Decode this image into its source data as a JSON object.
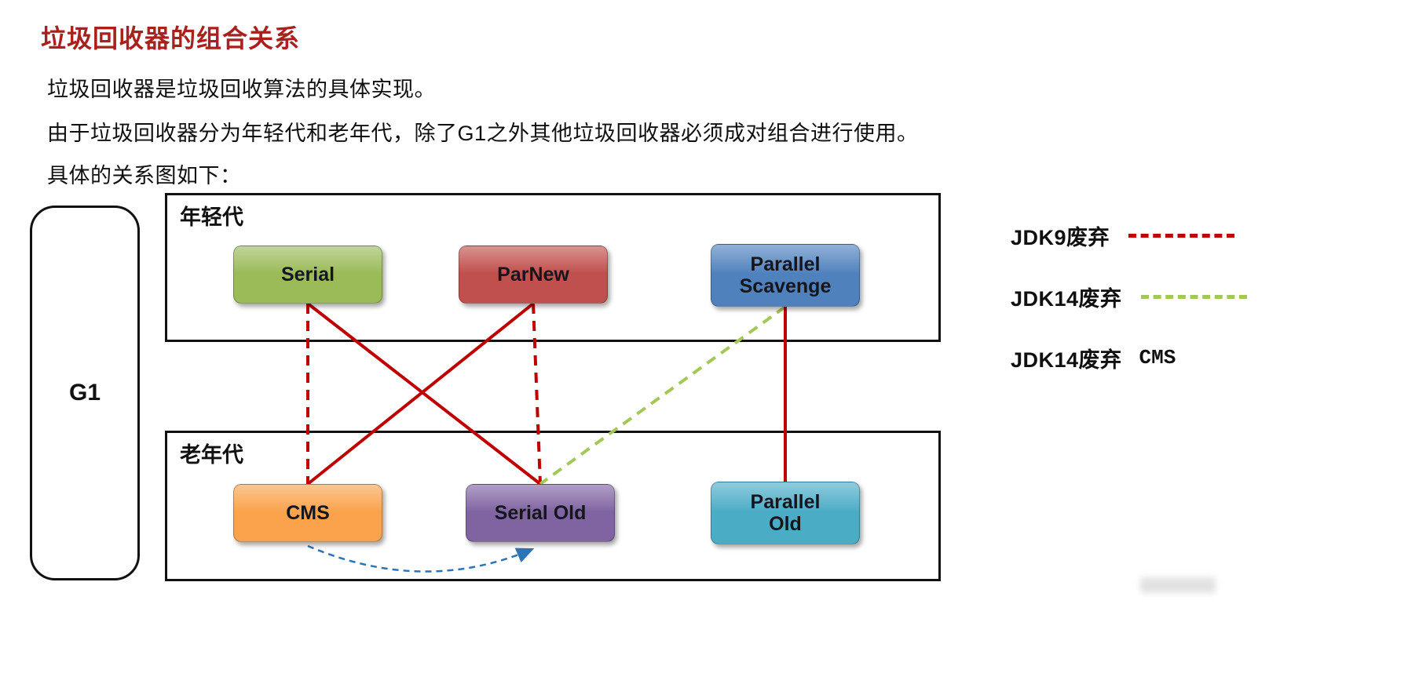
{
  "title": "垃圾回收器的组合关系",
  "paragraphs": [
    "垃圾回收器是垃圾回收算法的具体实现。",
    "由于垃圾回收器分为年轻代和老年代，除了G1之外其他垃圾回收器必须成对组合进行使用。",
    "具体的关系图如下："
  ],
  "diagram": {
    "g1_label": "G1",
    "young_gen_label": "年轻代",
    "old_gen_label": "老年代",
    "arrow_color": "#2d74b5",
    "nodes": {
      "serial": {
        "label": "Serial",
        "color": "#9bbb59"
      },
      "parnew": {
        "label": "ParNew",
        "color": "#c0504d"
      },
      "parallel_scavenge": {
        "label": "Parallel\nScavenge",
        "color": "#4f81bd"
      },
      "cms": {
        "label": "CMS",
        "color": "#faa34c"
      },
      "serial_old": {
        "label": "Serial Old",
        "color": "#8064a2"
      },
      "parallel_old": {
        "label": "Parallel\nOld",
        "color": "#4bacc6"
      }
    },
    "connections": [
      {
        "from": "serial",
        "to": "cms",
        "stroke": "#c00000",
        "dash": "13 9",
        "kind": "straight",
        "width": 4
      },
      {
        "from": "serial",
        "to": "serial-old",
        "stroke": "#c00000",
        "dash": "",
        "kind": "straight",
        "width": 4
      },
      {
        "from": "parnew",
        "to": "cms",
        "stroke": "#c00000",
        "dash": "",
        "kind": "straight",
        "width": 4
      },
      {
        "from": "parnew",
        "to": "serial-old",
        "stroke": "#c00000",
        "dash": "13 9",
        "kind": "straight",
        "width": 4
      },
      {
        "from": "parallel-scavenge",
        "to": "serial-old",
        "stroke": "#a4c857",
        "dash": "13 9",
        "kind": "straight",
        "width": 4
      },
      {
        "from": "parallel-scavenge",
        "to": "parallel-old",
        "stroke": "#c00000",
        "dash": "",
        "kind": "straight",
        "width": 4
      },
      {
        "from": "cms",
        "to": "serial-old",
        "stroke": "#2d74b5",
        "dash": "8 6",
        "kind": "arc",
        "arrow": true,
        "width": 2.5
      }
    ]
  },
  "legend": {
    "items": [
      {
        "label": "JDK9废弃",
        "line_color": "#c00000",
        "line_style": "dashed",
        "suffix": ""
      },
      {
        "label": "JDK14废弃",
        "line_color": "#a4c857",
        "line_style": "dashed",
        "suffix": ""
      },
      {
        "label": "JDK14废弃",
        "line_color": "",
        "line_style": "none",
        "suffix": "CMS"
      }
    ]
  }
}
